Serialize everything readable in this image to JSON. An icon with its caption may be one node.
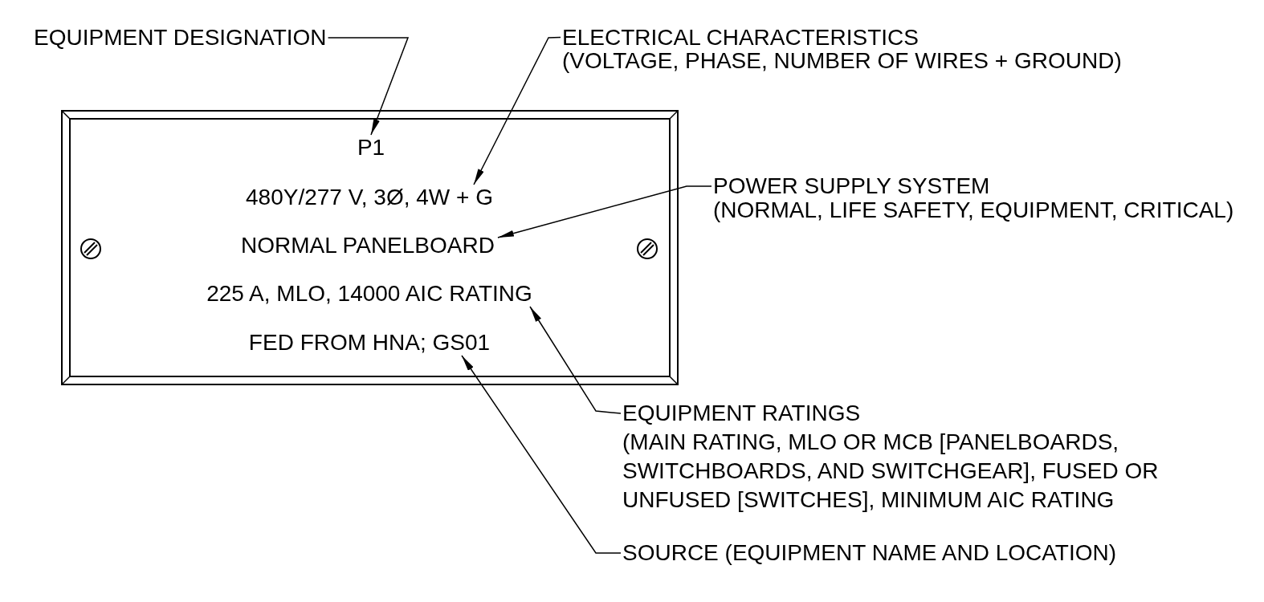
{
  "diagram": {
    "nodes": [
      {
        "text": [],
        "shape": "box"
      },
      {
        "text": [
          "P1"
        ],
        "in": 0
      },
      {
        "text": [
          "480Y/277 V, 3Ø, 4W + G"
        ],
        "in": 0
      },
      {
        "text": [
          "NORMAL PANELBOARD"
        ],
        "in": 0
      },
      {
        "text": [
          "225 A, MLO, 14000 AIC RATING"
        ],
        "in": 0
      },
      {
        "text": [
          "FED FROM HNA; GS01"
        ],
        "in": 0
      },
      {
        "text": [
          "EQUIPMENT DESIGNATION"
        ]
      },
      {
        "text": [
          "ELECTRICAL CHARACTERISTICS",
          "(VOLTAGE, PHASE, NUMBER OF WIRES + GROUND)"
        ]
      },
      {
        "text": [
          "POWER SUPPLY SYSTEM",
          "(NORMAL, LIFE SAFETY, EQUIPMENT, CRITICAL)"
        ]
      },
      {
        "text": [
          "EQUIPMENT RATINGS",
          "(MAIN RATING, MLO OR MCB [PANELBOARDS, SWITCHBOARDS, AND SWITCHGEAR], FUSED OR UNFUSED [SWITCHES], MINIMUM AIC RATING"
        ]
      },
      {
        "text": [
          "SOURCE (EQUIPMENT NAME AND LOCATION)"
        ]
      }
    ],
    "edges": [
      {
        "from": 6,
        "to": 1,
        "arrow": "to"
      },
      {
        "from": 7,
        "to": 2,
        "arrow": "to"
      },
      {
        "from": 8,
        "to": 3,
        "arrow": "to"
      },
      {
        "from": 9,
        "to": 4,
        "arrow": "to"
      },
      {
        "from": 10,
        "to": 5,
        "arrow": "to"
      }
    ]
  }
}
